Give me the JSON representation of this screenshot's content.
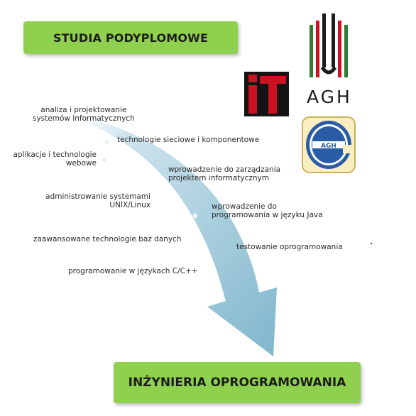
{
  "top_banner": "STUDIA PODYPLOMOWE",
  "bottom_banner": "INŻYNIERIA OPROGRAMOWANIA",
  "logos": {
    "it": {
      "text": "iT",
      "color": "#cc1122"
    },
    "agh": {
      "text": "AGH",
      "colors": [
        "#2e7d32",
        "#cc1122",
        "#1c1c1c"
      ]
    },
    "e": {
      "letter": "e",
      "text": "AGH",
      "color": "#2a5da8"
    }
  },
  "topics": [
    {
      "lines": [
        "analiza i projektowanie",
        "systemów informatycznych"
      ]
    },
    {
      "lines": [
        "technologie sieciowe i komponentowe"
      ]
    },
    {
      "lines": [
        "aplikacje i technologie",
        "webowe"
      ]
    },
    {
      "lines": [
        "wprowadzenie do zarządzania",
        "projektem informatycznym"
      ]
    },
    {
      "lines": [
        "administrowanie systemami",
        "UNIX/Linux"
      ]
    },
    {
      "lines": [
        "wprowadzenie do",
        "programowania w języku Java"
      ]
    },
    {
      "lines": [
        "zaawansowane technologie baz danych"
      ]
    },
    {
      "lines": [
        "testowanie oprogramowania"
      ]
    },
    {
      "lines": [
        "programowanie w językach C/C++"
      ]
    }
  ],
  "colors": {
    "banner": "#8fd14f",
    "arrow": "#8bbfd4",
    "arrow_dark": "#5d9ab3"
  }
}
